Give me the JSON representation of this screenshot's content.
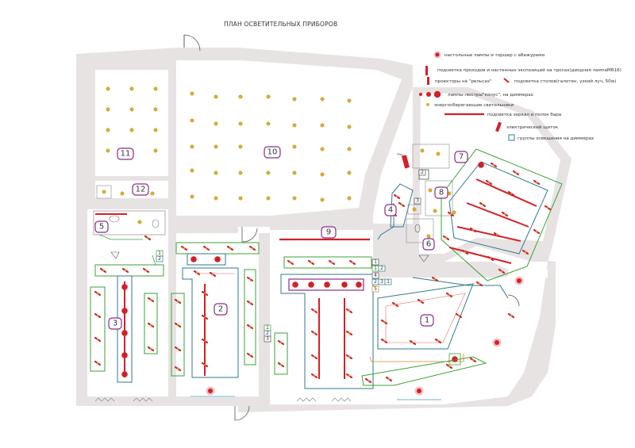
{
  "title": "ПЛАН ОСВЕТИТЕЛЬНЫХ ПРИБОРОВ",
  "legend": [
    {
      "icon": "red-dot-icon",
      "text": "настольные лампы и торшер с абажурами"
    },
    {
      "icon": "track-spot-icon",
      "text": "подсветка проходов и настенных экспозиций на тросах(диодная лампаMR16)"
    },
    {
      "icon": "rail-projector-icon",
      "text": "проекторы на \"рельсах\""
    },
    {
      "icon": "table-spot-icon",
      "text": "подсветка столов(галотен, узкий луч, 50w)"
    },
    {
      "icon": "cone-lamp-icon",
      "text": "лампы-люстры\"конус\", на диммерах"
    },
    {
      "icon": "energy-saving-icon",
      "text": "энергосберегающие светильники"
    },
    {
      "icon": "mirror-light-icon",
      "text": "подсветка зеркал и полок бара"
    },
    {
      "icon": "electric-panel-icon",
      "text": "электрический щиток"
    },
    {
      "icon": "dimmer-group-icon",
      "text": "группы освещения на диммерах"
    }
  ],
  "rooms": [
    "1",
    "2",
    "3",
    "4",
    "5",
    "6",
    "7",
    "8",
    "9",
    "10",
    "11",
    "12"
  ],
  "groups": [
    "1",
    "2",
    "1",
    "2",
    "3",
    "4",
    "5",
    "1",
    "1",
    "2",
    "2",
    "3",
    "1",
    "2",
    "3"
  ],
  "colors": {
    "wall": "#e8e3e3",
    "lamp": "#d51f26",
    "green": "#3aa335",
    "teal": "#2f7a8f",
    "purple": "#8a2a8a",
    "orange": "#d88a20",
    "yellow": "#e0b028"
  }
}
